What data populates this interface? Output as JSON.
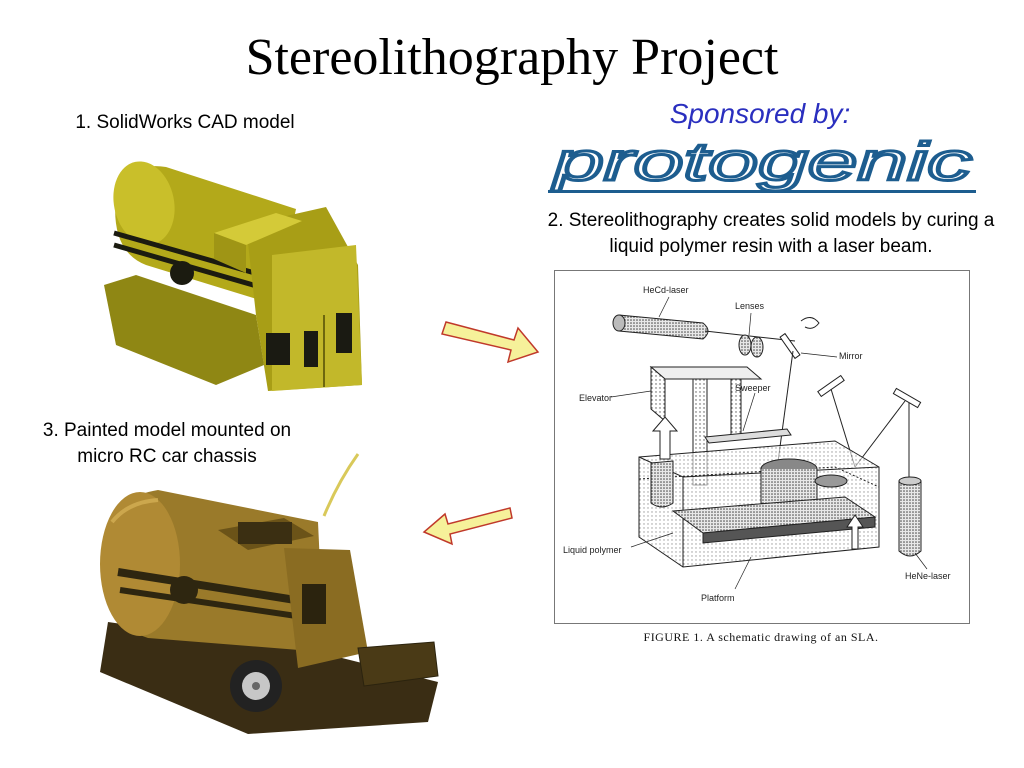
{
  "title": "Stereolithography Project",
  "step1_caption": "1. SolidWorks CAD model",
  "sponsor_label": "Sponsored by:",
  "sponsor_logo_text": "protogenic",
  "step2_caption": "2. Stereolithography creates solid models by curing a liquid polymer resin with a laser beam.",
  "step3_caption": "3. Painted model mounted on micro RC car chassis",
  "diagram": {
    "labels": {
      "laser": "HeCd-laser",
      "lenses": "Lenses",
      "mirror": "Mirror",
      "elevator": "Elevator",
      "sweeper": "Sweeper",
      "liquid": "Liquid polymer",
      "platform": "Platform",
      "helaser": "HeNe-laser"
    },
    "caption": "FIGURE 1.  A schematic drawing of an SLA."
  },
  "colors": {
    "cad_model": "#b3a91a",
    "painted_model": "#9a7a2a",
    "arrow_fill": "#f6f19a",
    "arrow_stroke": "#c0392b",
    "sponsor_text": "#2a2fbf",
    "logo_blue": "#1d5d8f"
  }
}
